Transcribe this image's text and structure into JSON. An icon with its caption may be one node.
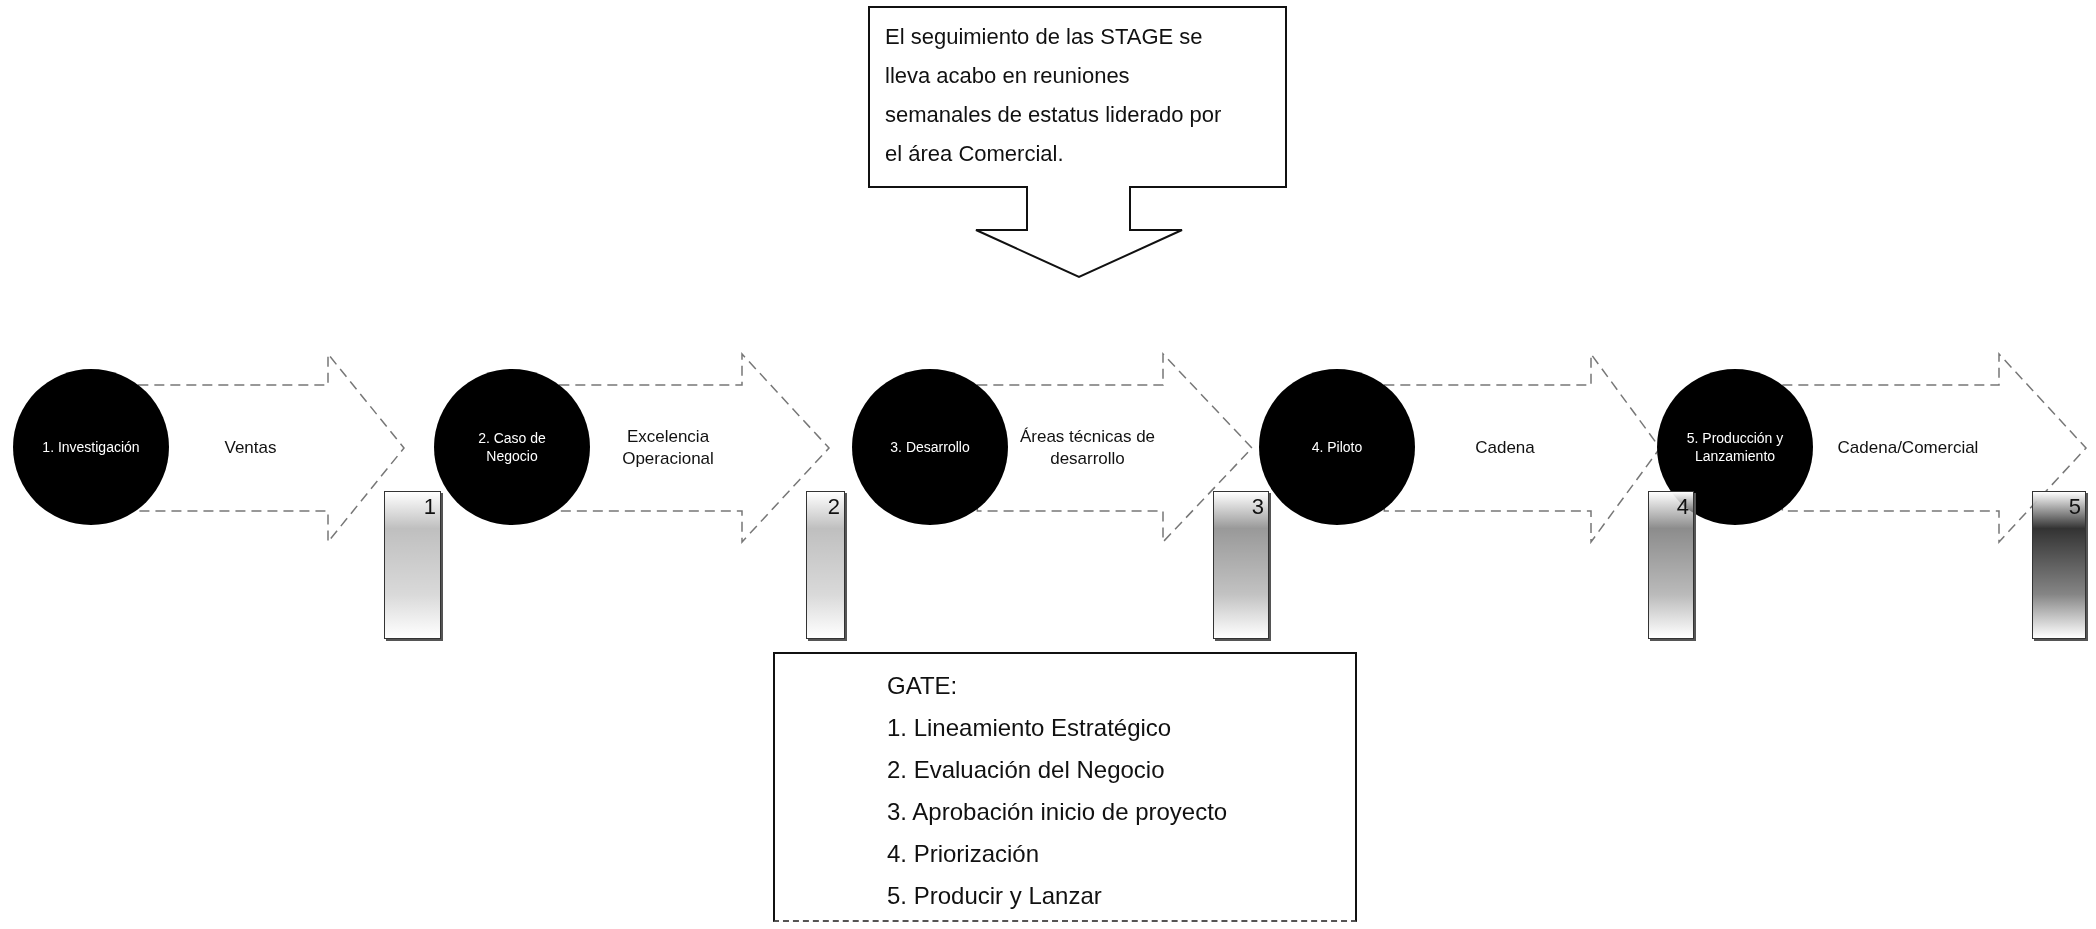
{
  "diagram": {
    "nodes": [
      {
        "text": [
          "El seguimiento de las STAGE se lleva acabo en reuniones semanales de estatus liderado por el área Comercial."
        ]
      },
      {
        "text": [
          "1. Investigación"
        ]
      },
      {
        "text": [
          "1"
        ]
      },
      {
        "text": [
          "2. Caso de Negocio"
        ]
      },
      {
        "text": [
          "2"
        ]
      },
      {
        "text": [
          "3. Desarrollo"
        ]
      },
      {
        "text": [
          "3"
        ]
      },
      {
        "text": [
          "4. Piloto"
        ]
      },
      {
        "text": [
          "4"
        ]
      },
      {
        "text": [
          "5. Producción y Lanzamiento"
        ]
      },
      {
        "text": [
          "5"
        ]
      },
      {
        "text": [
          "GATE:",
          "1. Lineamiento Estratégico",
          "2. Evaluación del Negocio",
          "3. Aprobación inicio de proyecto",
          "4. Priorización",
          "5. Producir y Lanzar"
        ]
      }
    ],
    "edges": [
      {
        "from": 1,
        "to": 2,
        "arrow": "to",
        "label": "Ventas",
        "style": "dashed"
      },
      {
        "from": 3,
        "to": 4,
        "arrow": "to",
        "label": "Excelencia Operacional",
        "style": "dashed"
      },
      {
        "from": 5,
        "to": 6,
        "arrow": "to",
        "label": "Áreas técnicas de desarrollo",
        "style": "dashed"
      },
      {
        "from": 7,
        "to": 8,
        "arrow": "to",
        "label": "Cadena",
        "style": "dashed"
      },
      {
        "from": 9,
        "to": 10,
        "arrow": "to",
        "label": "Cadena/Comercial",
        "style": "dashed"
      }
    ]
  }
}
